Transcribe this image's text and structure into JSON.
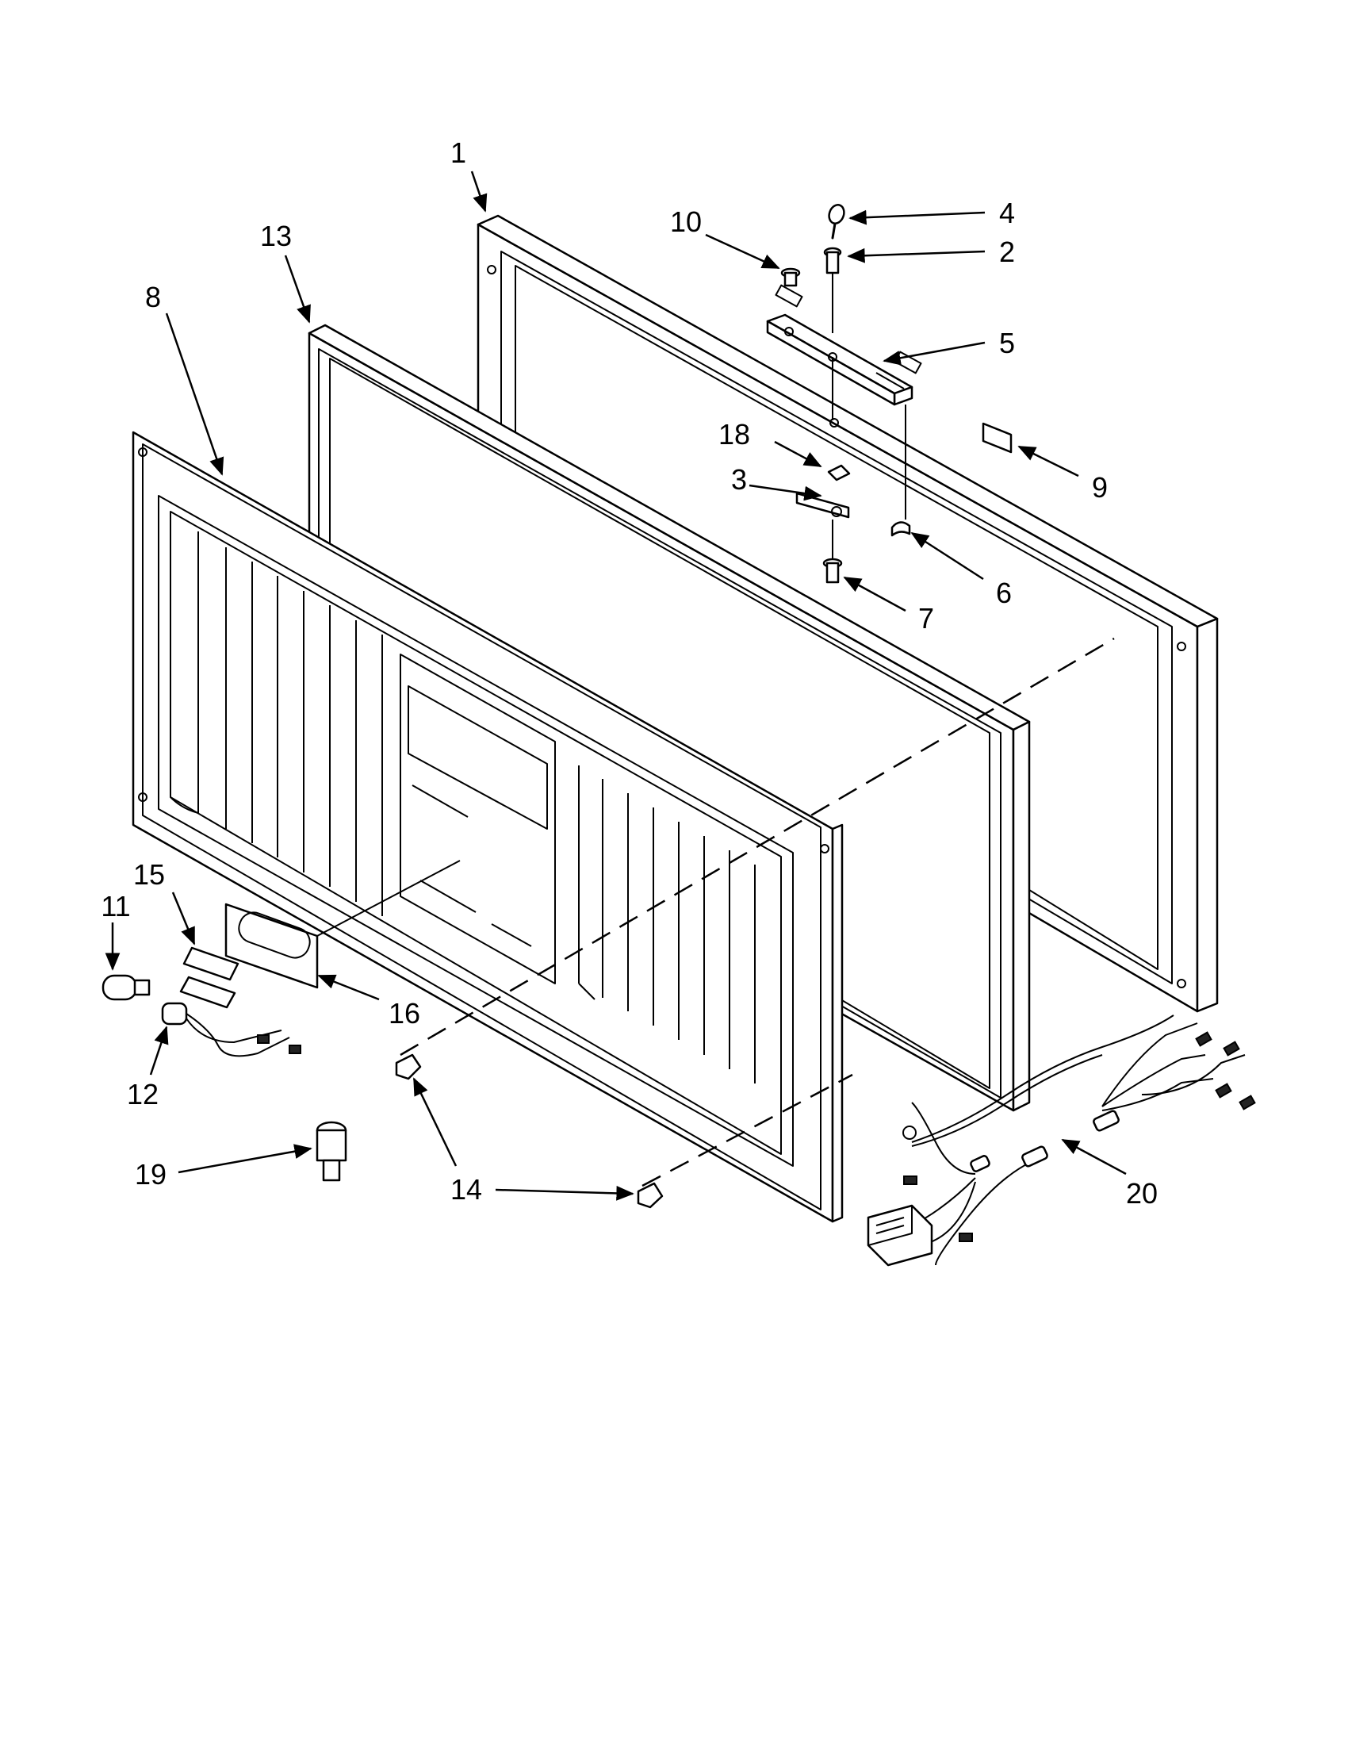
{
  "diagram": {
    "callouts": [
      {
        "id": "1",
        "text": "1"
      },
      {
        "id": "2",
        "text": "2"
      },
      {
        "id": "3",
        "text": "3"
      },
      {
        "id": "4",
        "text": "4"
      },
      {
        "id": "5",
        "text": "5"
      },
      {
        "id": "6",
        "text": "6"
      },
      {
        "id": "7",
        "text": "7"
      },
      {
        "id": "8",
        "text": "8"
      },
      {
        "id": "9",
        "text": "9"
      },
      {
        "id": "10",
        "text": "10"
      },
      {
        "id": "11",
        "text": "11"
      },
      {
        "id": "12",
        "text": "12"
      },
      {
        "id": "13",
        "text": "13"
      },
      {
        "id": "14",
        "text": "14"
      },
      {
        "id": "15",
        "text": "15"
      },
      {
        "id": "16",
        "text": "16"
      },
      {
        "id": "18",
        "text": "18"
      },
      {
        "id": "19",
        "text": "19"
      },
      {
        "id": "20",
        "text": "20"
      }
    ]
  }
}
